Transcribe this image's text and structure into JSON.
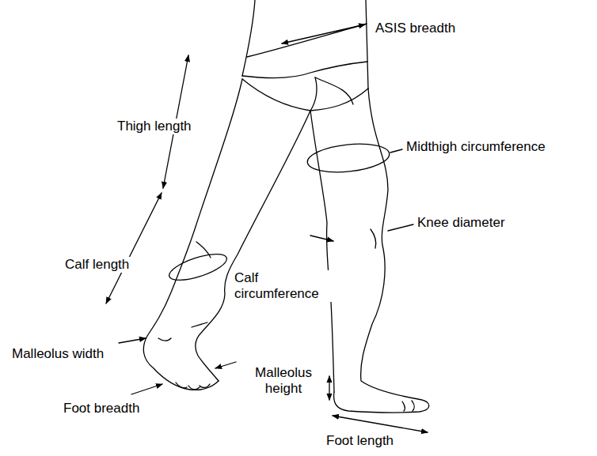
{
  "diagram": {
    "labels": [
      "ASIS breadth",
      "Thigh length",
      "Midthigh circumference",
      "Knee diameter",
      "Calf length",
      "Calf circumference",
      "Malleolus width",
      "Malleolus height",
      "Foot breadth",
      "Foot length"
    ]
  }
}
